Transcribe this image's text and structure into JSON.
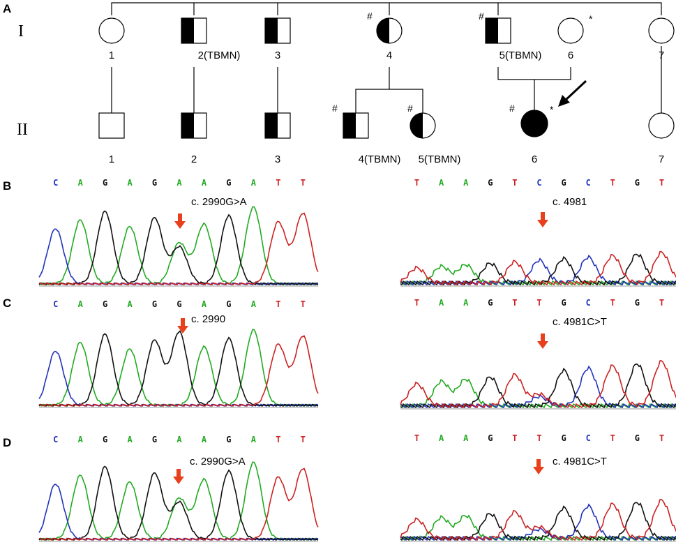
{
  "panels": {
    "a": "A",
    "b": "B",
    "c": "C",
    "d": "D"
  },
  "generations": {
    "g1": "I",
    "g2": "II"
  },
  "marks": {
    "hash": "#",
    "star": "*"
  },
  "pedigree": {
    "gen1": [
      {
        "label": "1"
      },
      {
        "label": "2(TBMN)"
      },
      {
        "label": "3"
      },
      {
        "label": "4"
      },
      {
        "label": "5(TBMN)"
      },
      {
        "label": "6"
      },
      {
        "label": "7"
      }
    ],
    "gen2": [
      {
        "label": "1"
      },
      {
        "label": "2"
      },
      {
        "label": "3"
      },
      {
        "label": "4(TBMN)"
      },
      {
        "label": "5(TBMN)"
      },
      {
        "label": "6"
      },
      {
        "label": "7"
      }
    ]
  },
  "sequences": {
    "left": "CAGAGAAGATT",
    "left_c": "CAGAGGAGATT",
    "right": "TAAGTCGCTGT",
    "right_cd": "TAAGTTGCTGT"
  },
  "annotations": {
    "b_left": "c. 2990G>A",
    "b_right": "c. 4981",
    "c_left": "c. 2990",
    "c_right": "c. 4981C>T",
    "d_left": "c. 2990G>A",
    "d_right": "c. 4981C>T"
  },
  "base_colors": {
    "A": "#22aa22",
    "C": "#2233bb",
    "G": "#111111",
    "T": "#cc2222"
  },
  "arrow_color": "#e8401c"
}
